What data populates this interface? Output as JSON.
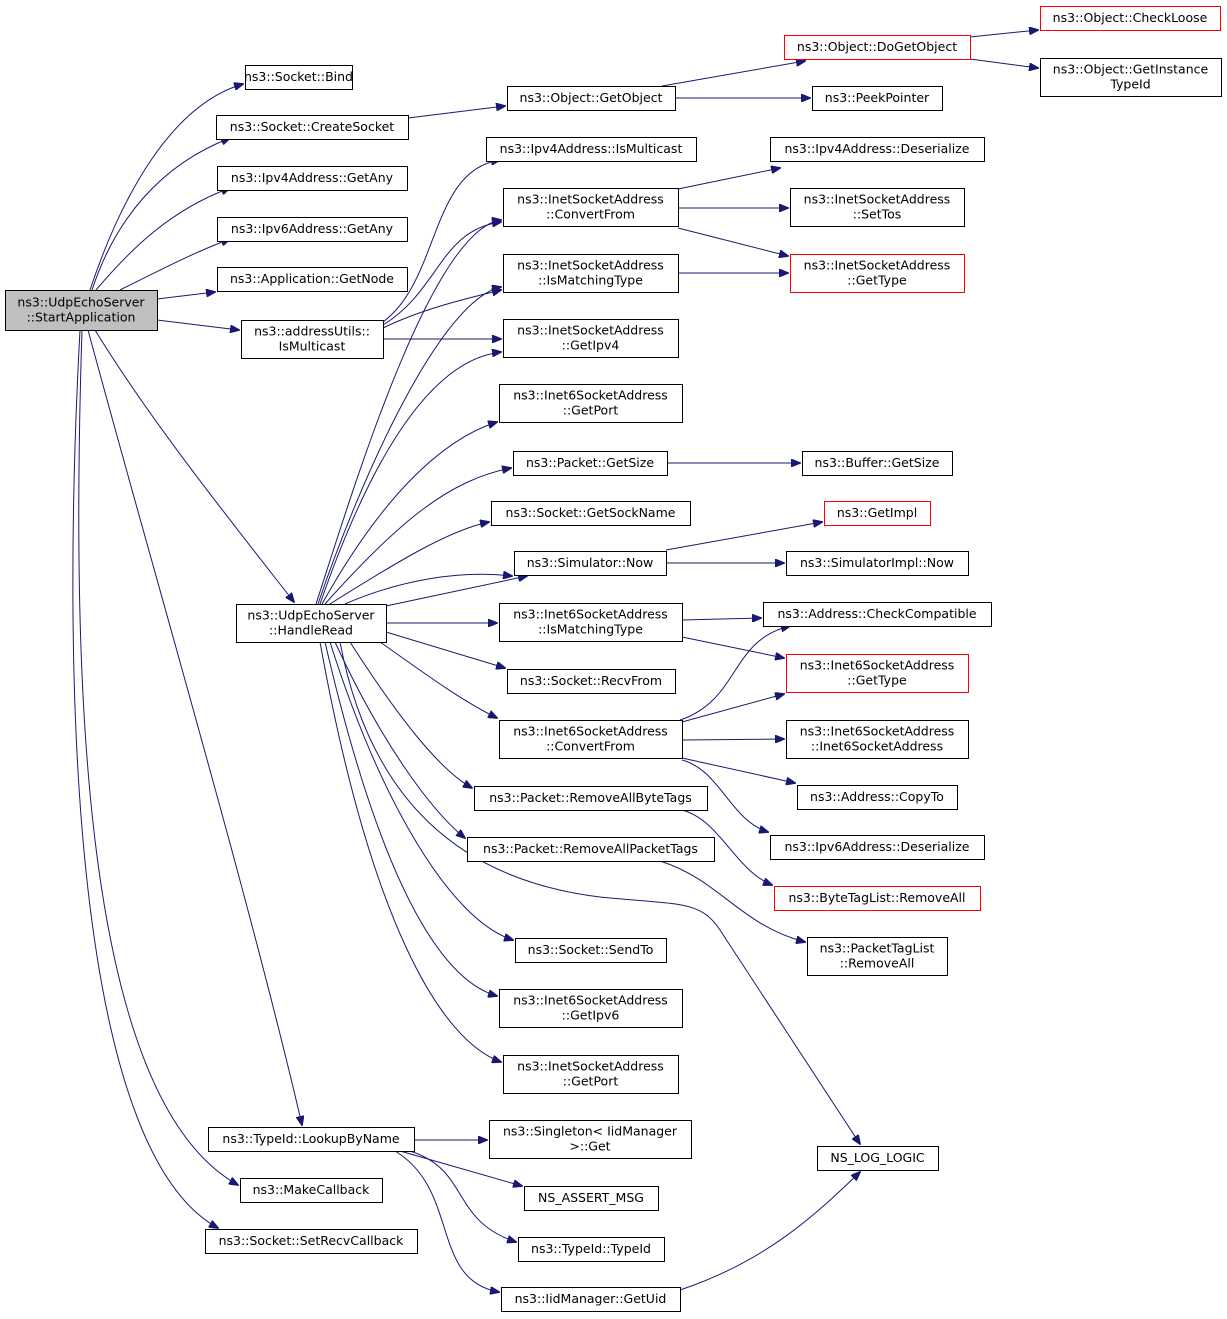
{
  "colors": {
    "edge": "#191970",
    "root_fill": "#bfbfbf",
    "node_border": "#000000",
    "truncated_border": "#ff0000"
  },
  "nodes": [
    {
      "id": "start",
      "lines": [
        "ns3::UdpEchoServer",
        "::StartApplication"
      ],
      "style": "root"
    },
    {
      "id": "bind",
      "lines": [
        "ns3::Socket::Bind"
      ],
      "style": "normal"
    },
    {
      "id": "createsocket",
      "lines": [
        "ns3::Socket::CreateSocket"
      ],
      "style": "normal"
    },
    {
      "id": "ipv4any",
      "lines": [
        "ns3::Ipv4Address::GetAny"
      ],
      "style": "normal"
    },
    {
      "id": "ipv6any",
      "lines": [
        "ns3::Ipv6Address::GetAny"
      ],
      "style": "normal"
    },
    {
      "id": "getnode",
      "lines": [
        "ns3::Application::GetNode"
      ],
      "style": "normal"
    },
    {
      "id": "ismulticast",
      "lines": [
        "ns3::addressUtils::",
        "IsMulticast"
      ],
      "style": "normal"
    },
    {
      "id": "handleread",
      "lines": [
        "ns3::UdpEchoServer",
        "::HandleRead"
      ],
      "style": "normal"
    },
    {
      "id": "lookup",
      "lines": [
        "ns3::TypeId::LookupByName"
      ],
      "style": "normal"
    },
    {
      "id": "makecb",
      "lines": [
        "ns3::MakeCallback"
      ],
      "style": "normal"
    },
    {
      "id": "setrecv",
      "lines": [
        "ns3::Socket::SetRecvCallback"
      ],
      "style": "normal"
    },
    {
      "id": "getobject",
      "lines": [
        "ns3::Object::GetObject"
      ],
      "style": "normal"
    },
    {
      "id": "dogetobject",
      "lines": [
        "ns3::Object::DoGetObject"
      ],
      "style": "red"
    },
    {
      "id": "checkloose",
      "lines": [
        "ns3::Object::CheckLoose"
      ],
      "style": "red"
    },
    {
      "id": "getinstance",
      "lines": [
        "ns3::Object::GetInstance",
        "TypeId"
      ],
      "style": "normal"
    },
    {
      "id": "peekpointer",
      "lines": [
        "ns3::PeekPointer"
      ],
      "style": "normal"
    },
    {
      "id": "ipv4ismc",
      "lines": [
        "ns3::Ipv4Address::IsMulticast"
      ],
      "style": "normal"
    },
    {
      "id": "inetconv",
      "lines": [
        "ns3::InetSocketAddress",
        "::ConvertFrom"
      ],
      "style": "normal"
    },
    {
      "id": "ipv4deser",
      "lines": [
        "ns3::Ipv4Address::Deserialize"
      ],
      "style": "normal"
    },
    {
      "id": "settos",
      "lines": [
        "ns3::InetSocketAddress",
        "::SetTos"
      ],
      "style": "normal"
    },
    {
      "id": "inetmatch",
      "lines": [
        "ns3::InetSocketAddress",
        "::IsMatchingType"
      ],
      "style": "normal"
    },
    {
      "id": "inetgettype",
      "lines": [
        "ns3::InetSocketAddress",
        "::GetType"
      ],
      "style": "red"
    },
    {
      "id": "inetgetipv4",
      "lines": [
        "ns3::InetSocketAddress",
        "::GetIpv4"
      ],
      "style": "normal"
    },
    {
      "id": "inet6getport",
      "lines": [
        "ns3::Inet6SocketAddress",
        "::GetPort"
      ],
      "style": "normal"
    },
    {
      "id": "pktgetsize",
      "lines": [
        "ns3::Packet::GetSize"
      ],
      "style": "normal"
    },
    {
      "id": "bufgetsize",
      "lines": [
        "ns3::Buffer::GetSize"
      ],
      "style": "normal"
    },
    {
      "id": "getsockname",
      "lines": [
        "ns3::Socket::GetSockName"
      ],
      "style": "normal"
    },
    {
      "id": "getimpl",
      "lines": [
        "ns3::GetImpl"
      ],
      "style": "red"
    },
    {
      "id": "simnow",
      "lines": [
        "ns3::Simulator::Now"
      ],
      "style": "normal"
    },
    {
      "id": "simimplnow",
      "lines": [
        "ns3::SimulatorImpl::Now"
      ],
      "style": "normal"
    },
    {
      "id": "inet6match",
      "lines": [
        "ns3::Inet6SocketAddress",
        "::IsMatchingType"
      ],
      "style": "normal"
    },
    {
      "id": "checkcompat",
      "lines": [
        "ns3::Address::CheckCompatible"
      ],
      "style": "normal"
    },
    {
      "id": "recvfrom",
      "lines": [
        "ns3::Socket::RecvFrom"
      ],
      "style": "normal"
    },
    {
      "id": "inet6gettype",
      "lines": [
        "ns3::Inet6SocketAddress",
        "::GetType"
      ],
      "style": "red"
    },
    {
      "id": "inet6conv",
      "lines": [
        "ns3::Inet6SocketAddress",
        "::ConvertFrom"
      ],
      "style": "normal"
    },
    {
      "id": "inet6ctor",
      "lines": [
        "ns3::Inet6SocketAddress",
        "::Inet6SocketAddress"
      ],
      "style": "normal"
    },
    {
      "id": "rmbytetags",
      "lines": [
        "ns3::Packet::RemoveAllByteTags"
      ],
      "style": "normal"
    },
    {
      "id": "copyto",
      "lines": [
        "ns3::Address::CopyTo"
      ],
      "style": "normal"
    },
    {
      "id": "rmpkttags",
      "lines": [
        "ns3::Packet::RemoveAllPacketTags"
      ],
      "style": "normal"
    },
    {
      "id": "ipv6deser",
      "lines": [
        "ns3::Ipv6Address::Deserialize"
      ],
      "style": "normal"
    },
    {
      "id": "bytetagrm",
      "lines": [
        "ns3::ByteTagList::RemoveAll"
      ],
      "style": "red"
    },
    {
      "id": "sendto",
      "lines": [
        "ns3::Socket::SendTo"
      ],
      "style": "normal"
    },
    {
      "id": "pkttagrm",
      "lines": [
        "ns3::PacketTagList",
        "::RemoveAll"
      ],
      "style": "normal"
    },
    {
      "id": "inet6getipv6",
      "lines": [
        "ns3::Inet6SocketAddress",
        "::GetIpv6"
      ],
      "style": "normal"
    },
    {
      "id": "inetgetport",
      "lines": [
        "ns3::InetSocketAddress",
        "::GetPort"
      ],
      "style": "normal"
    },
    {
      "id": "singleton",
      "lines": [
        "ns3::Singleton< IidManager",
        ">::Get"
      ],
      "style": "normal"
    },
    {
      "id": "nslog",
      "lines": [
        "NS_LOG_LOGIC"
      ],
      "style": "normal"
    },
    {
      "id": "nsassert",
      "lines": [
        "NS_ASSERT_MSG"
      ],
      "style": "normal"
    },
    {
      "id": "typeidctor",
      "lines": [
        "ns3::TypeId::TypeId"
      ],
      "style": "normal"
    },
    {
      "id": "getuid",
      "lines": [
        "ns3::IidManager::GetUid"
      ],
      "style": "normal"
    }
  ]
}
